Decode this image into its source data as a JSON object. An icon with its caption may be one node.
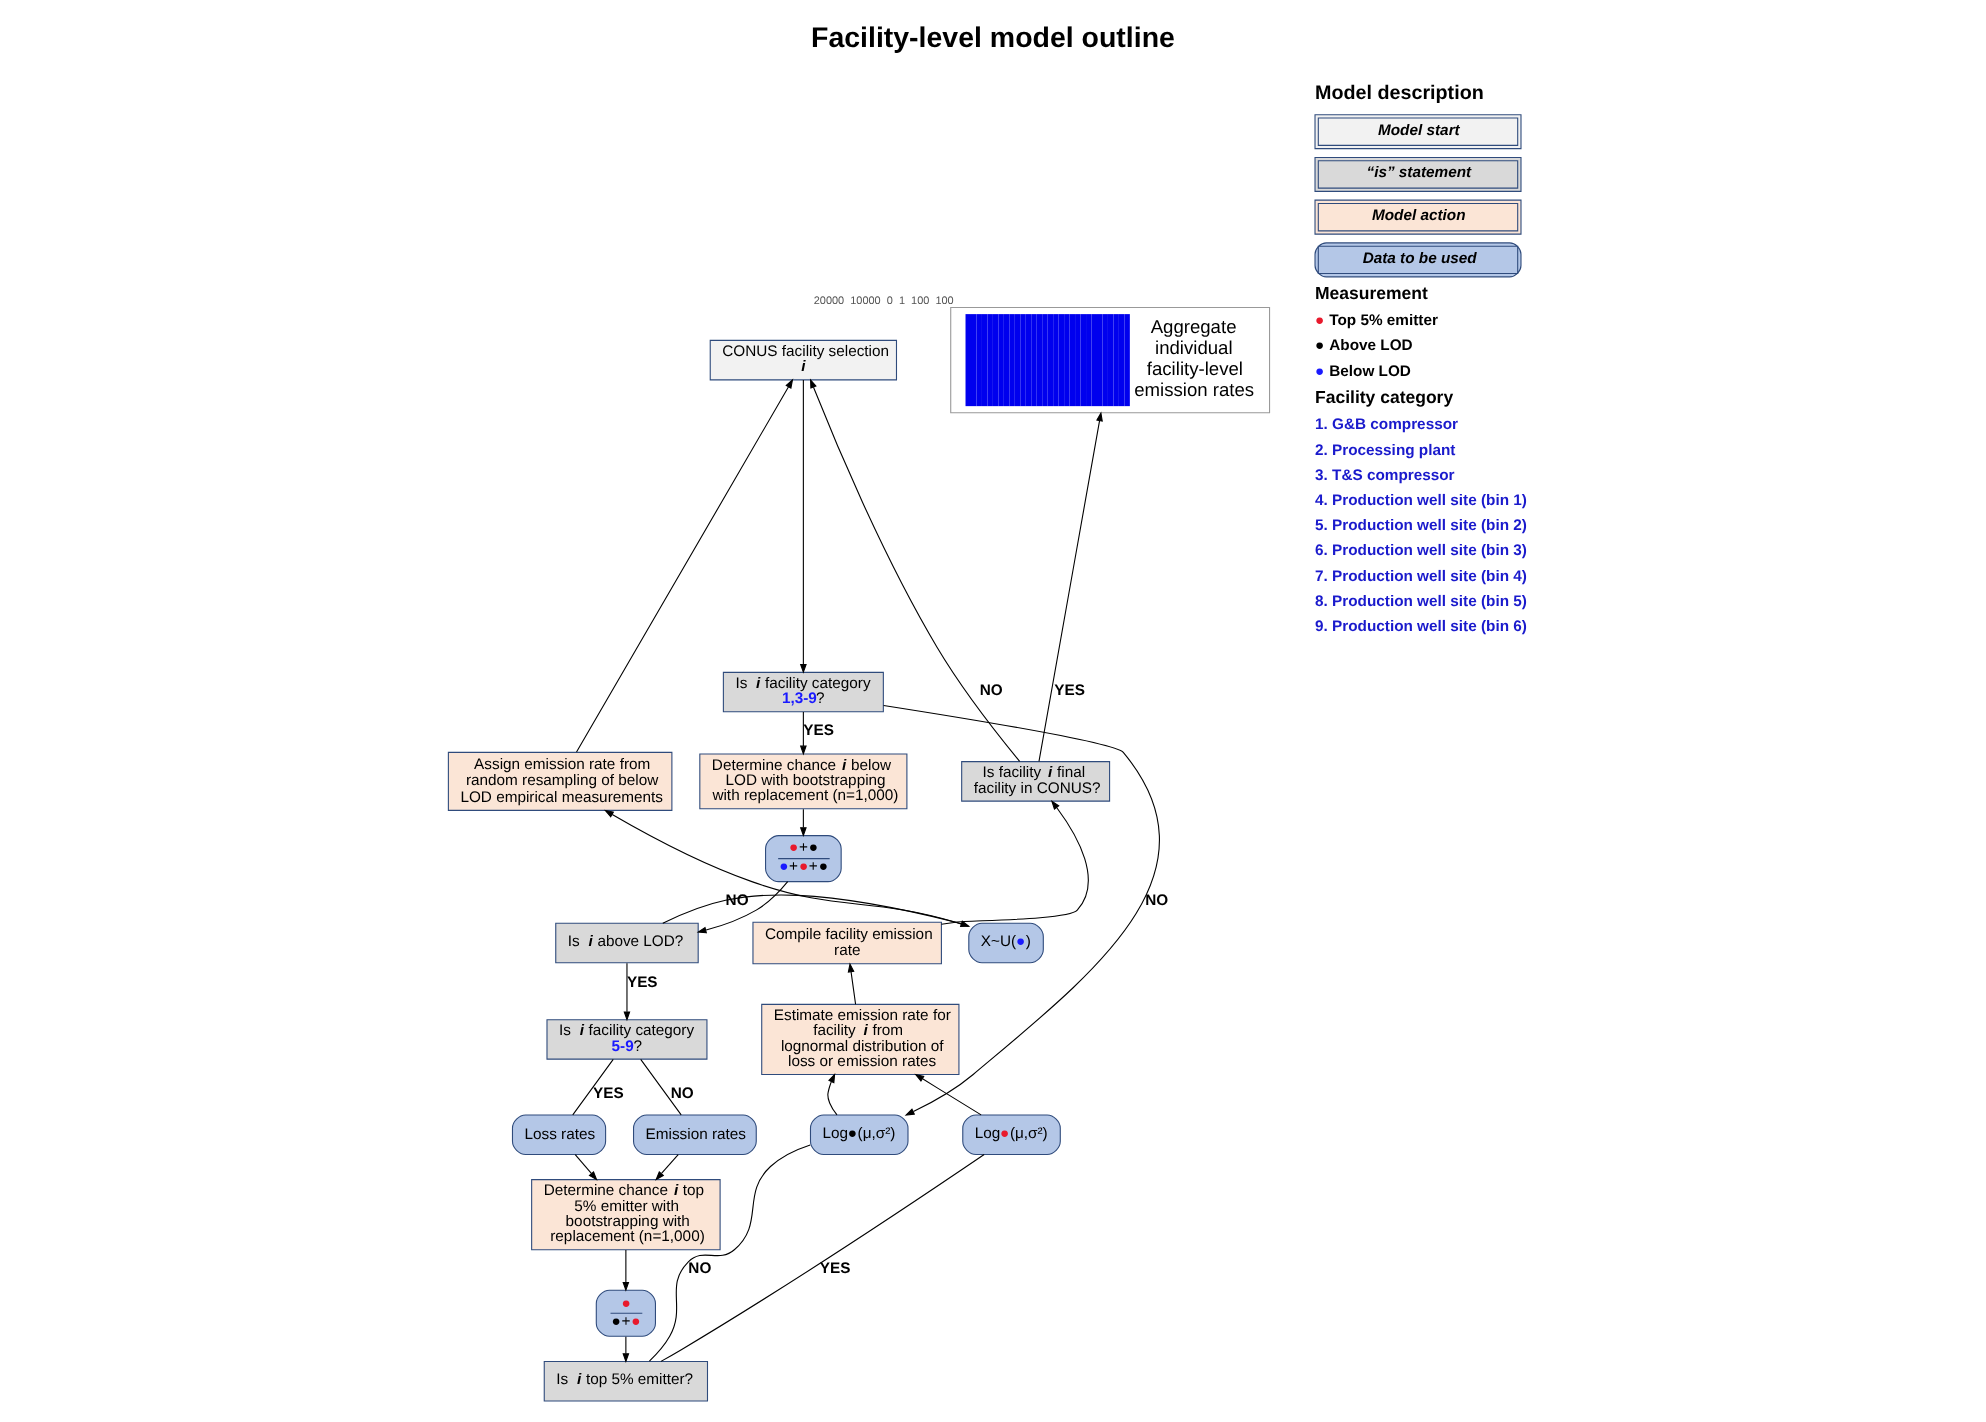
{
  "diagram": {
    "title": "Facility-level model outline",
    "nodes": [
      {
        "text": [
          "CONUS facility selection *i*"
        ]
      },
      {
        "text": [
          "Is *i* facility category **1,3-9**?"
        ]
      },
      {
        "text": [
          "Determine chance *i* below LOD with bootstrapping with replacement (n=1,000)"
        ]
      },
      {
        "text": [
          "●+●",
          "●+●+●"
        ]
      },
      {
        "text": [
          "Is *i* above LOD?"
        ]
      },
      {
        "text": [
          "X~U(●)"
        ]
      },
      {
        "text": [
          "Assign emission rate from random resampling of below LOD empirical measurements"
        ]
      },
      {
        "text": [
          "Is *i* facility category **5-9**?"
        ]
      },
      {
        "text": [
          "Loss rates"
        ]
      },
      {
        "text": [
          "Emission rates"
        ]
      },
      {
        "text": [
          "Determine chance *i* top 5% emitter with bootstrapping with replacement (n=1,000)"
        ]
      },
      {
        "text": [
          "●",
          "●+●"
        ]
      },
      {
        "text": [
          "Is *i* top 5% emitter?"
        ]
      },
      {
        "text": [
          "Log●(μ,σ²)"
        ]
      },
      {
        "text": [
          "Log●(μ,σ²)"
        ]
      },
      {
        "text": [
          "Estimate emission rate for facility *i* from lognormal distribution of loss or emission rates"
        ]
      },
      {
        "text": [
          "Compile facility emission rate"
        ]
      },
      {
        "text": [
          "Is facility *i* final facility in CONUS?"
        ]
      },
      {
        "text": [
          "Aggregate individual facility-level emission rates"
        ],
        "beside": [
          "20000",
          "10000",
          "0",
          "1",
          "100",
          "100"
        ]
      }
    ],
    "edges": [
      {
        "from": 0,
        "to": 1,
        "arrow": "to"
      },
      {
        "from": 1,
        "to": 2,
        "arrow": "to",
        "label": "YES"
      },
      {
        "from": 1,
        "to": 13,
        "arrow": "to",
        "label": "NO"
      },
      {
        "from": 2,
        "to": 3,
        "arrow": "to"
      },
      {
        "from": 3,
        "to": 4,
        "arrow": "to"
      },
      {
        "from": 4,
        "to": 5,
        "arrow": "to",
        "label": "NO"
      },
      {
        "from": 4,
        "to": 7,
        "arrow": "to",
        "label": "YES"
      },
      {
        "from": 5,
        "to": 6,
        "arrow": "to"
      },
      {
        "from": 6,
        "to": 0,
        "arrow": "to"
      },
      {
        "from": 7,
        "to": 8,
        "arrow": "none",
        "label": "YES"
      },
      {
        "from": 7,
        "to": 9,
        "arrow": "none",
        "label": "NO"
      },
      {
        "from": 8,
        "to": 10,
        "arrow": "to"
      },
      {
        "from": 9,
        "to": 10,
        "arrow": "to"
      },
      {
        "from": 10,
        "to": 11,
        "arrow": "to"
      },
      {
        "from": 11,
        "to": 12,
        "arrow": "to"
      },
      {
        "from": 12,
        "to": 13,
        "arrow": "none",
        "label": "NO"
      },
      {
        "from": 12,
        "to": 14,
        "arrow": "none",
        "label": "YES"
      },
      {
        "from": 13,
        "to": 15,
        "arrow": "to"
      },
      {
        "from": 14,
        "to": 15,
        "arrow": "to"
      },
      {
        "from": 15,
        "to": 16,
        "arrow": "to"
      },
      {
        "from": 16,
        "to": 17,
        "arrow": "to"
      },
      {
        "from": 17,
        "to": 18,
        "arrow": "to",
        "label": "YES"
      },
      {
        "from": 17,
        "to": 0,
        "arrow": "to",
        "label": "NO"
      }
    ],
    "labels": [
      "Model description",
      "Measurement",
      "Facility category",
      "1. G&B compressor",
      "2. Processing plant",
      "3. T&S compressor",
      "4. Production well site (bin 1)",
      "5. Production well site (bin 2)",
      "6. Production well site (bin 3)",
      "7. Production well site (bin 4)",
      "8. Production well site (bin 5)",
      "9. Production well site (bin 6)"
    ],
    "legend": [
      {
        "text": "Model start",
        "color": "#f2f2f2"
      },
      {
        "text": "“is” statement",
        "color": "#d9d9d9"
      },
      {
        "text": "Model action",
        "color": "#fbe5d6"
      },
      {
        "text": "Data to be used",
        "color": "#b4c7e7"
      },
      {
        "text": "Top 5% emitter",
        "color": "#e8192c"
      },
      {
        "text": "Above LOD",
        "color": "#000000"
      },
      {
        "text": "Below LOD",
        "color": "#1a1aff"
      }
    ]
  }
}
